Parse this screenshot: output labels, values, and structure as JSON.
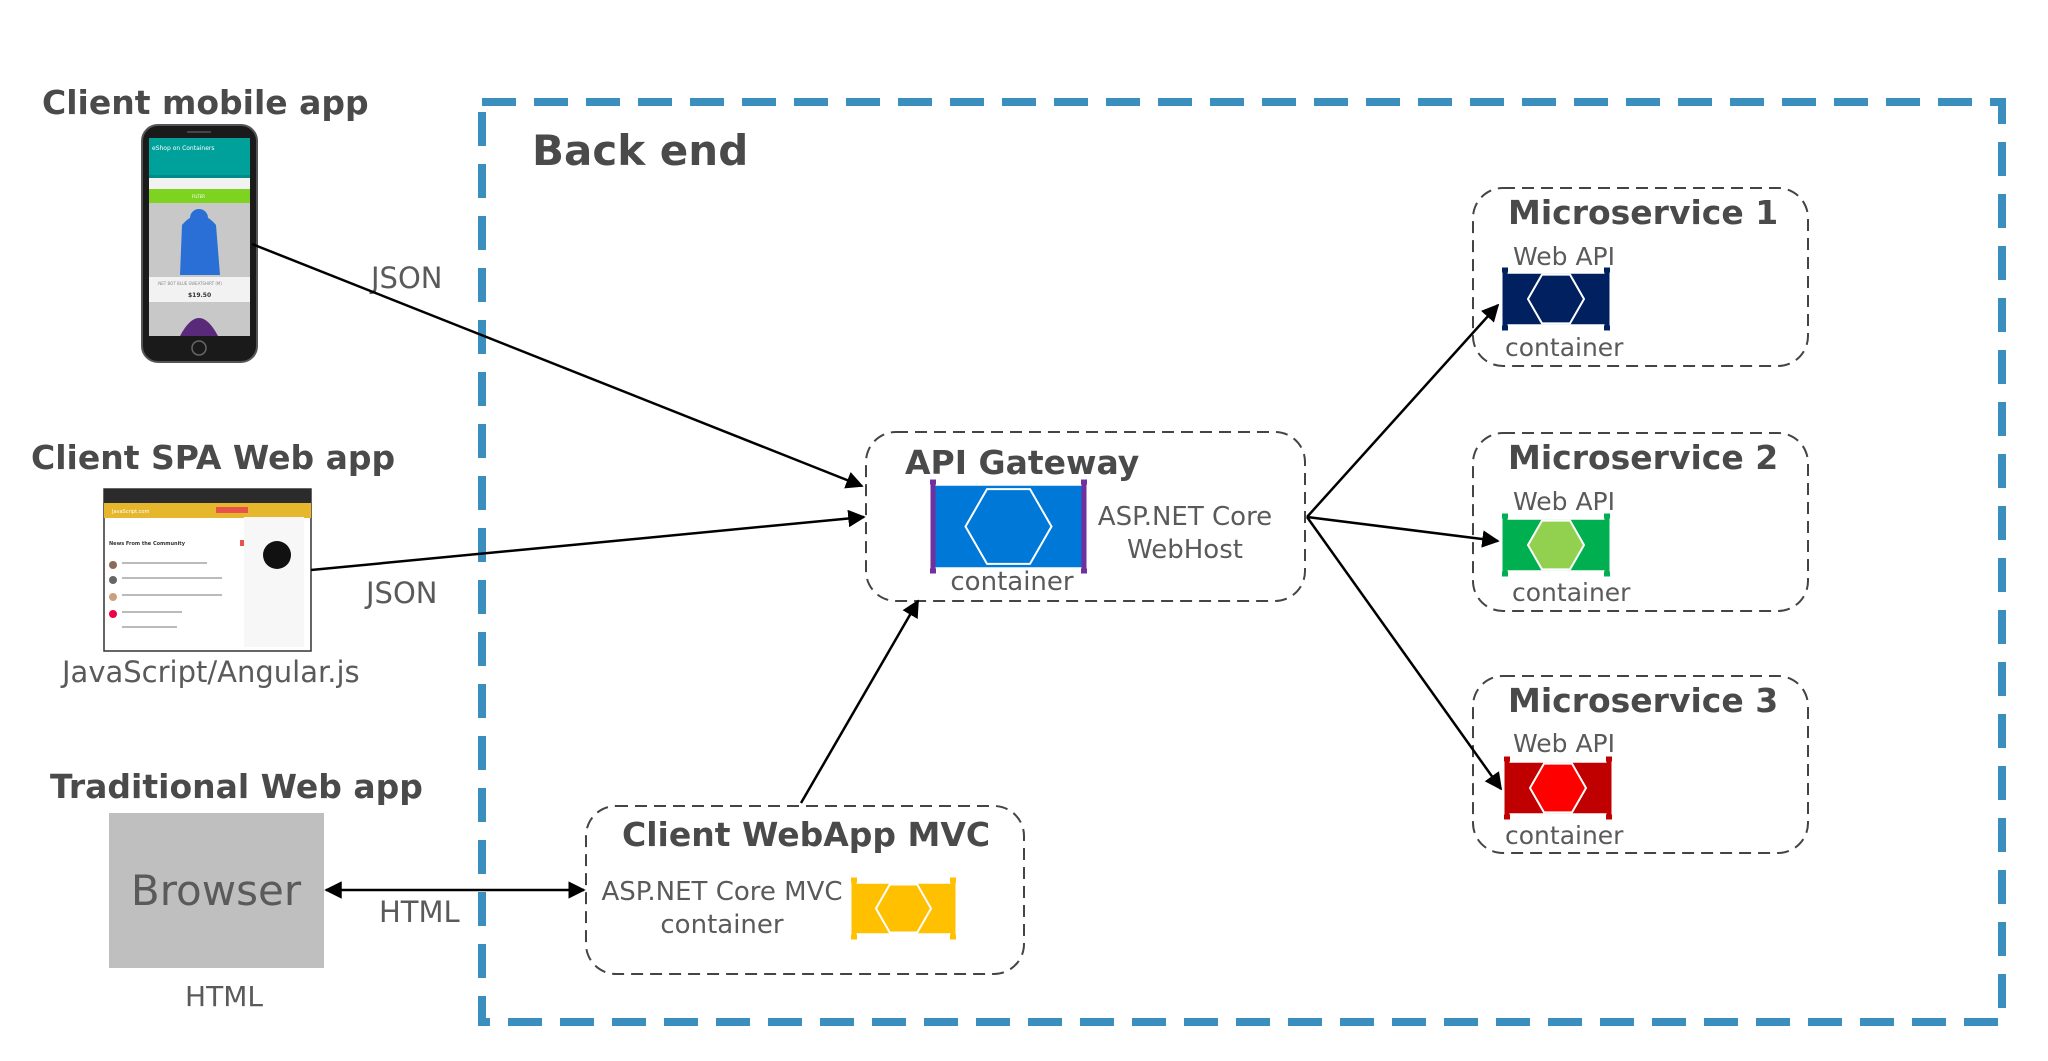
{
  "clients": {
    "mobile": {
      "title": "Client mobile app",
      "screen_app_title": "eShop on Containers",
      "screen_filter": "FILTER",
      "screen_product": ".NET BOT BLUE SWEATSHIRT (M)",
      "screen_price": "$19.50",
      "protocol": "JSON"
    },
    "spa": {
      "title": "Client SPA Web app",
      "screen_site": "JavaScript.com",
      "screen_heading": "News From the Community",
      "caption": "JavaScript/Angular.js",
      "protocol": "JSON"
    },
    "traditional": {
      "title": "Traditional Web app",
      "browser_label": "Browser",
      "caption": "HTML",
      "protocol": "HTML"
    }
  },
  "backend": {
    "title": "Back end",
    "border_color": "#3a8fbe",
    "api_gateway": {
      "title": "API Gateway",
      "container_label": "container",
      "host_line1": "ASP.NET Core",
      "host_line2": "WebHost",
      "color": "#0078d7",
      "bracket_color": "#7030a0"
    },
    "mvc": {
      "title": "Client WebApp MVC",
      "line1": "ASP.NET Core MVC",
      "line2": "container",
      "color": "#ffc000"
    },
    "microservices": [
      {
        "title": "Microservice 1",
        "subtitle": "Web API",
        "container_label": "container",
        "color": "#002060",
        "hex_color": "#002060"
      },
      {
        "title": "Microservice 2",
        "subtitle": "Web API",
        "container_label": "container",
        "color": "#00b050",
        "hex_color": "#92d050"
      },
      {
        "title": "Microservice 3",
        "subtitle": "Web API",
        "container_label": "container",
        "color": "#c00000",
        "hex_color": "#ff0000"
      }
    ]
  }
}
